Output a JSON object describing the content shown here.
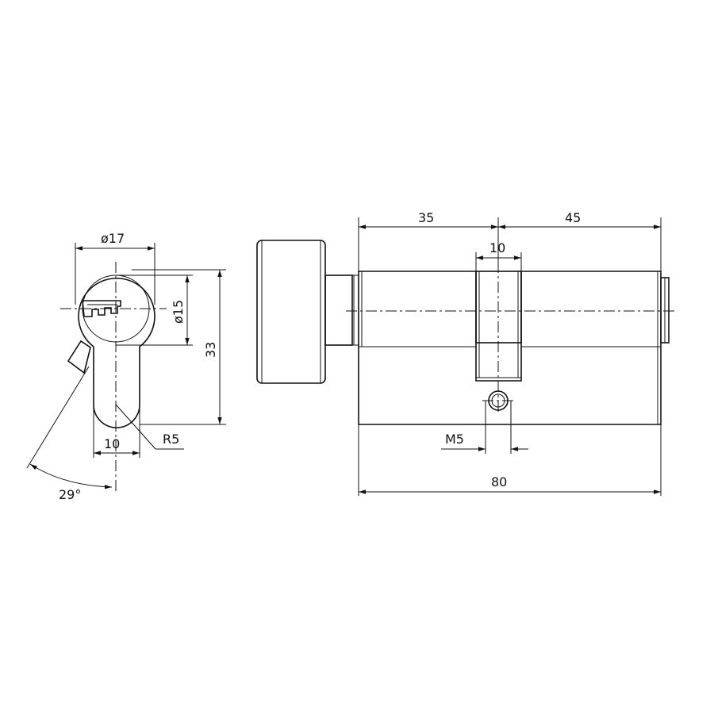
{
  "labels": {
    "diameter_17": "ø17",
    "diameter_15": "ø15",
    "height_33": "33",
    "width_10_left": "10",
    "radius": "R5",
    "angle": "29°",
    "length_35": "35",
    "length_45": "45",
    "cam_width_10": "10",
    "screw": "M5",
    "total_length": "80"
  }
}
